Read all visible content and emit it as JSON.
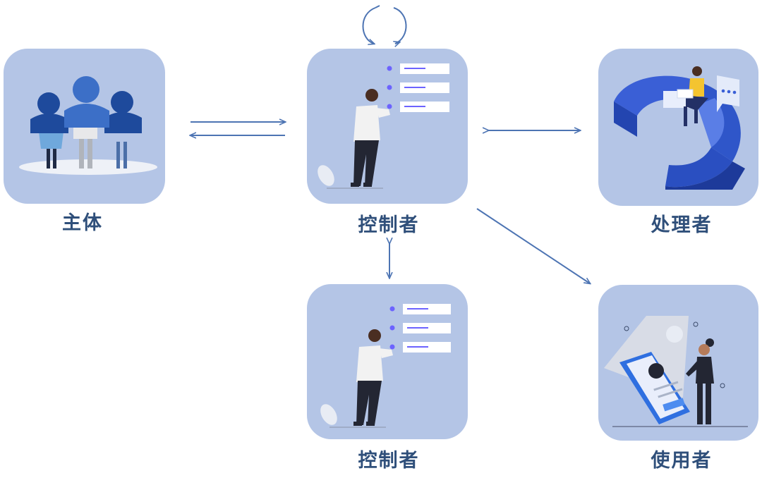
{
  "nodes": {
    "subject": {
      "label": "主体"
    },
    "controller": {
      "label": "控制者"
    },
    "processor": {
      "label": "处理者"
    },
    "controller2": {
      "label": "控制者"
    },
    "user": {
      "label": "使用者"
    }
  },
  "colors": {
    "card_bg": "#b4c5e6",
    "label": "#2f4f7a",
    "arrow": "#4d74b3",
    "accent_blue": "#2f56c9",
    "accent_purple": "#6c63ff"
  }
}
